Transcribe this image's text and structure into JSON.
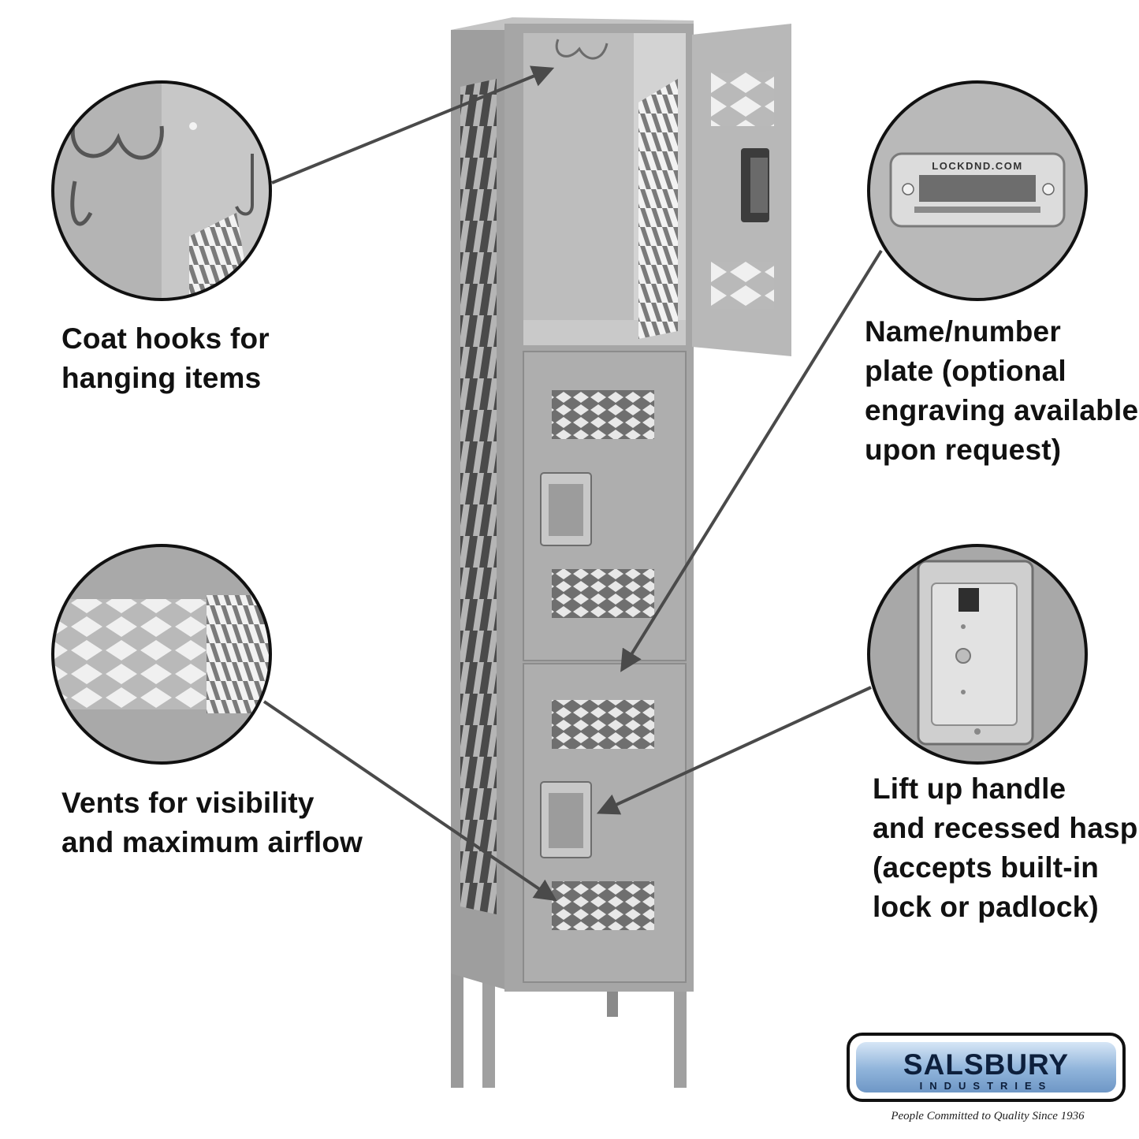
{
  "callouts": {
    "coat_hooks": {
      "lines": [
        "Coat hooks for",
        "hanging items"
      ]
    },
    "vents": {
      "lines": [
        "Vents for visibility",
        "and maximum airflow"
      ]
    },
    "name_plate": {
      "lines": [
        "Name/number",
        "plate (optional",
        "engraving available",
        "upon request)"
      ],
      "plate_text": "LOCKDND.COM"
    },
    "handle": {
      "lines": [
        "Lift up handle",
        "and recessed hasp",
        "(accepts built-in",
        "lock or padlock)"
      ]
    }
  },
  "brand": {
    "name": "SALSBURY",
    "sub": "INDUSTRIES",
    "tagline": "People Committed to Quality Since 1936"
  },
  "colors": {
    "locker": "#a9a9a9",
    "locker_dark": "#8c8c8c",
    "arrow": "#4a4a4a",
    "text": "#111111",
    "logo_blue": "#8fb3da"
  }
}
